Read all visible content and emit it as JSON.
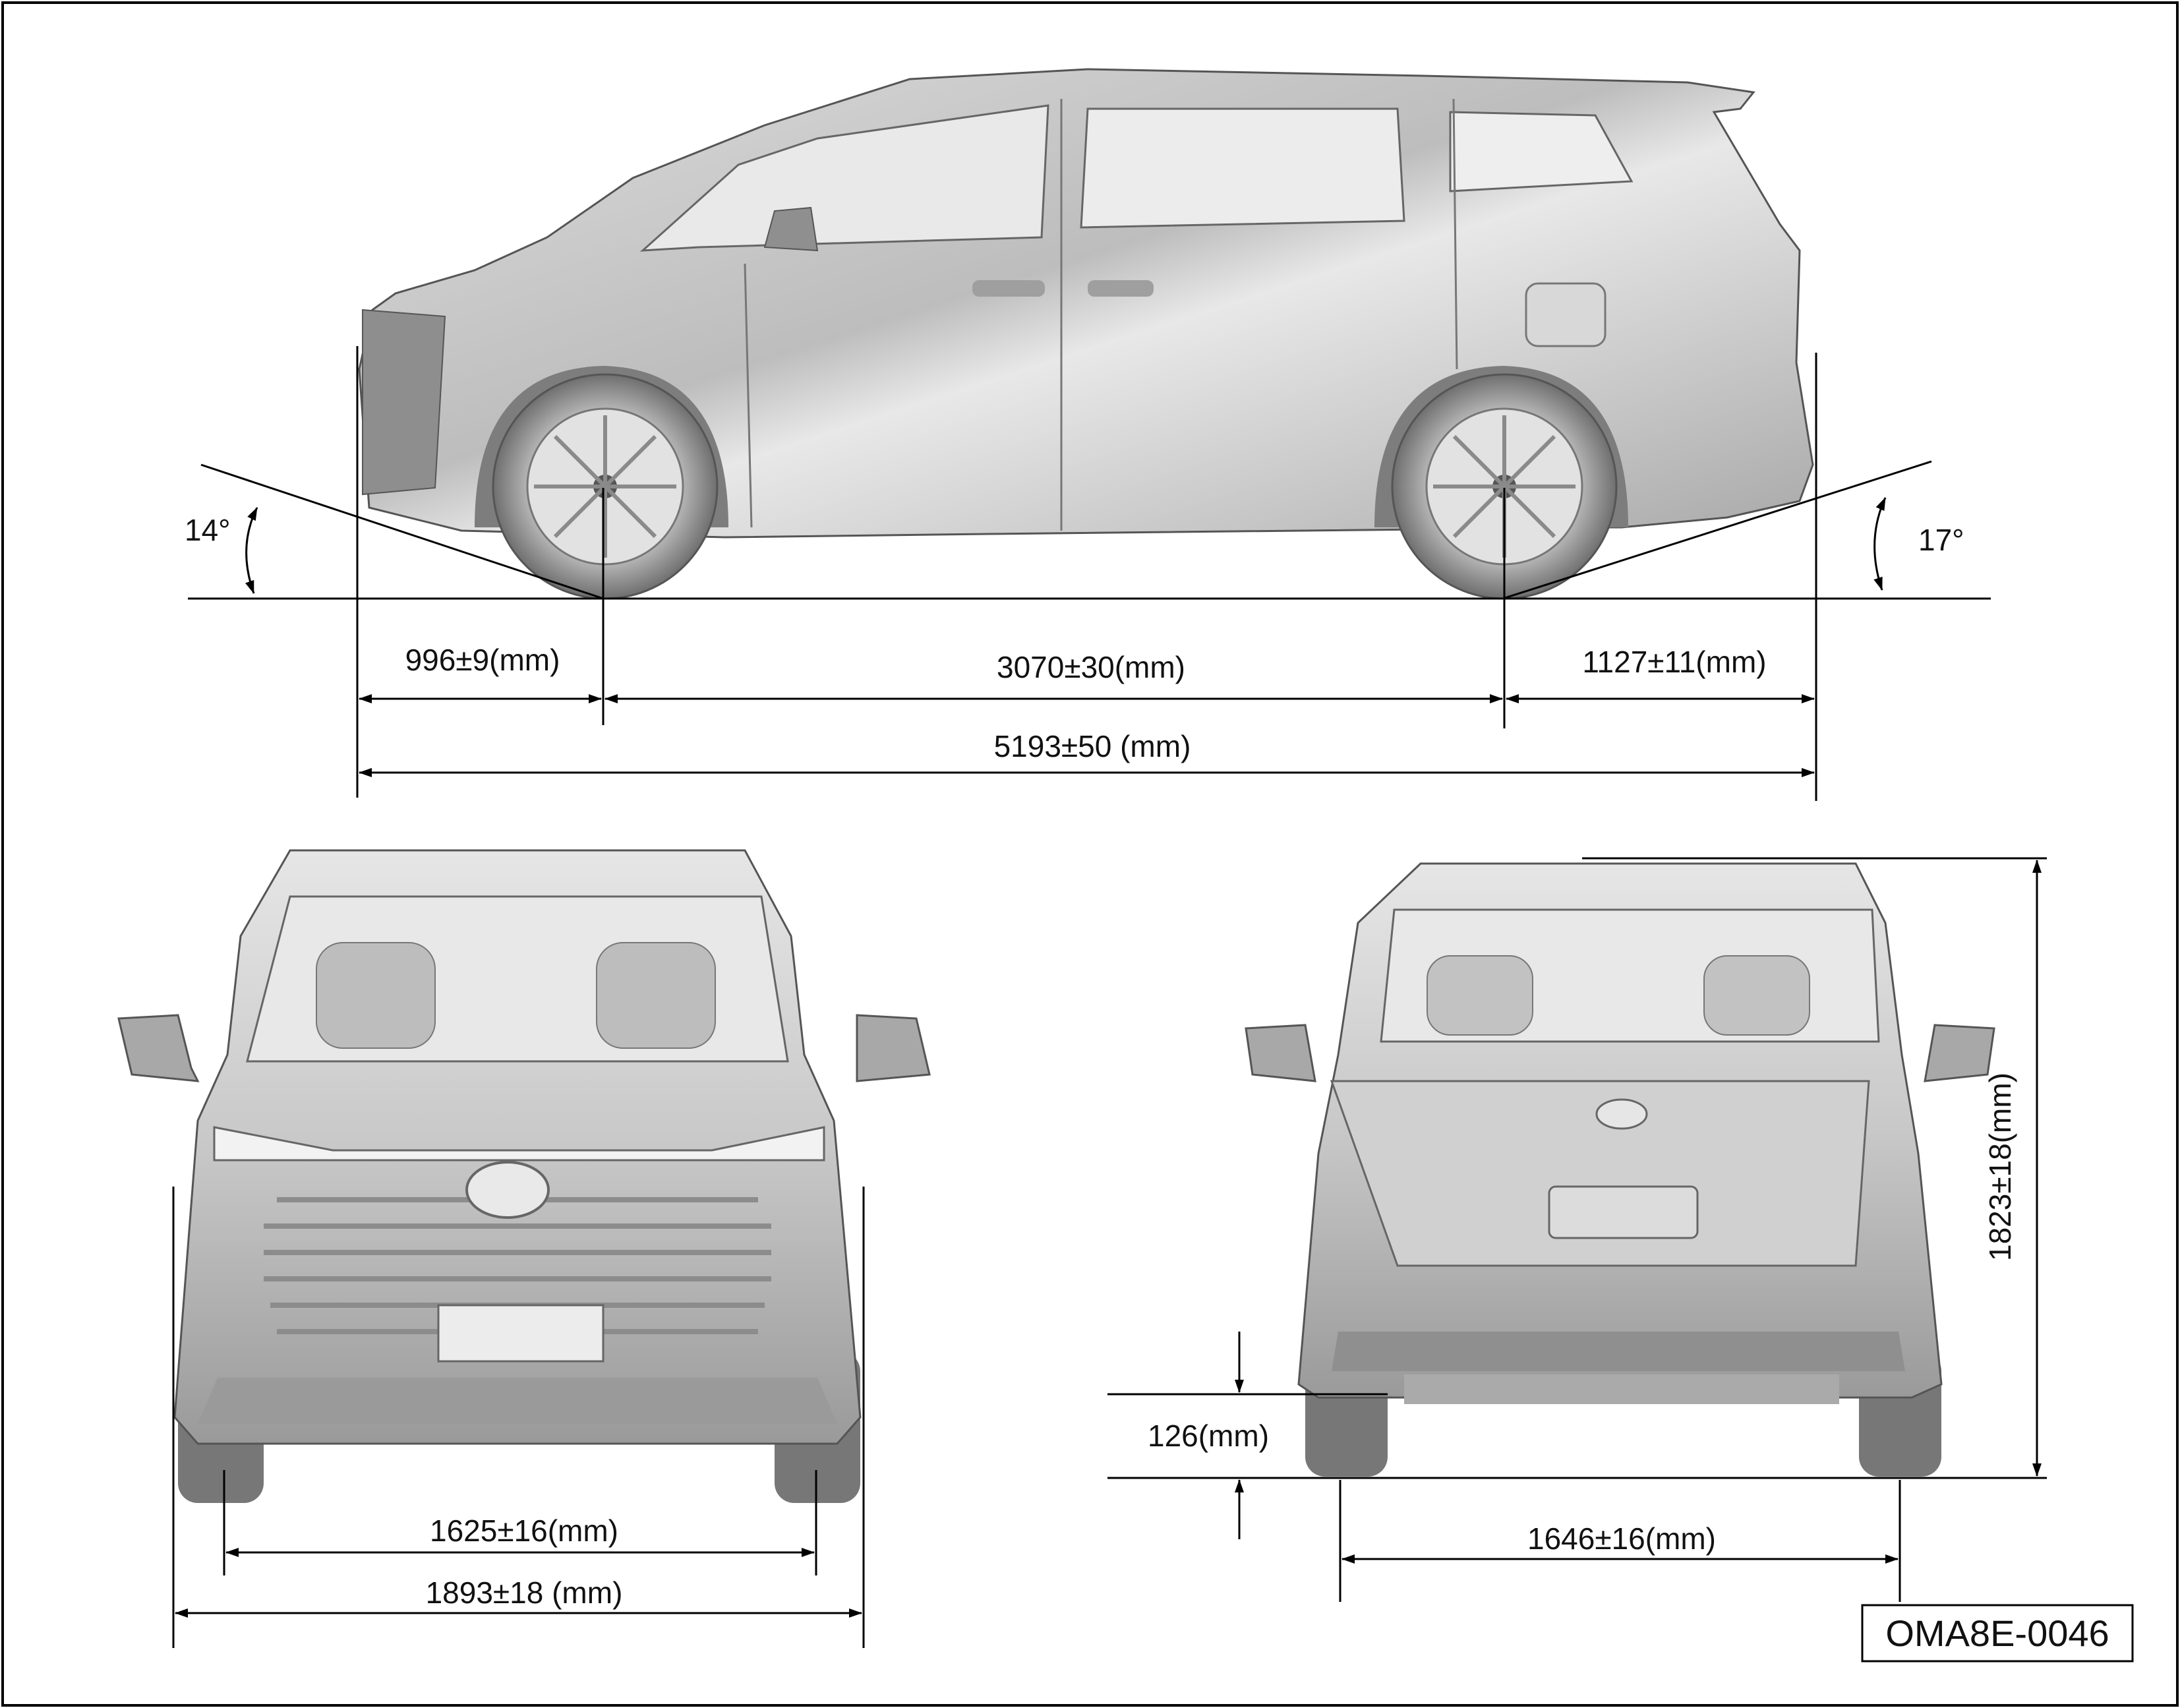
{
  "diagram": {
    "code": "OMA8E-0046",
    "side_view": {
      "approach_angle": "14°",
      "departure_angle": "17°",
      "front_overhang": "996±9(mm)",
      "wheelbase": "3070±30(mm)",
      "rear_overhang": "1127±11(mm)",
      "overall_length": "5193±50 (mm)"
    },
    "front_view": {
      "front_track": "1625±16(mm)",
      "overall_width": "1893±18 (mm)"
    },
    "rear_view": {
      "ground_clearance": "126(mm)",
      "rear_track": "1646±16(mm)",
      "overall_height": "1823±18(mm)"
    }
  },
  "colors": {
    "line": "#000000",
    "body": "#cfcfcf",
    "body_dark": "#8f8f8f",
    "glass": "#e6e6e6"
  }
}
